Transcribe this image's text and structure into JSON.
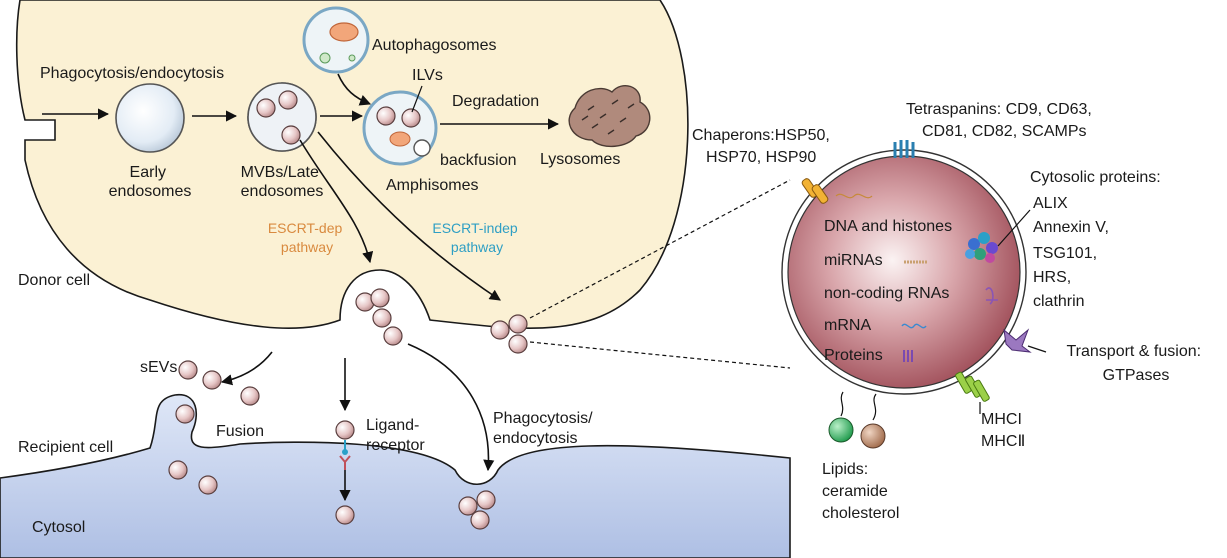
{
  "donor_cell": {
    "label": "Donor cell",
    "uptake_label": "Phagocytosis/endocytosis",
    "early_endosomes": [
      "Early",
      "endosomes"
    ],
    "mvbs": [
      "MVBs/Late",
      "endosomes"
    ],
    "autophagosomes": "Autophagosomes",
    "ilvs": "ILVs",
    "amphisomes": "Amphisomes",
    "backfusion": "backfusion",
    "degradation": "Degradation",
    "lysosomes": "Lysosomes",
    "escrt_dep": [
      "ESCRT-dep",
      "pathway"
    ],
    "escrt_indep": [
      "ESCRT-indep",
      "pathway"
    ]
  },
  "recipient": {
    "sevs": "sEVs",
    "fusion": "Fusion",
    "recipient_cell": "Recipient cell",
    "cytosol": "Cytosol",
    "ligand": [
      "Ligand-",
      "receptor"
    ],
    "phago": [
      "Phagocytosis/",
      "endocytosis"
    ]
  },
  "exosome": {
    "tetraspanins": [
      "Tetraspanins: CD9, CD63,",
      "CD81, CD82, SCAMPs"
    ],
    "chaperons": [
      "Chaperons:HSP50,",
      "HSP70, HSP90"
    ],
    "cytosolic": [
      "Cytosolic proteins:",
      "ALIX",
      "Annexin V,",
      "TSG101,",
      "HRS,",
      "clathrin"
    ],
    "cargo": [
      "DNA and histones",
      "miRNAs",
      "non-coding RNAs",
      "mRNA",
      "Proteins"
    ],
    "transport": [
      "Transport & fusion:",
      "GTPases"
    ],
    "mhc": [
      "MHCI",
      "MHCⅡ"
    ],
    "lipids": [
      "Lipids:",
      "ceramide",
      "cholesterol"
    ]
  },
  "colors": {
    "cytoplasm": "#fbf1d4",
    "recipient_cytoplasm": "#c9d6f0",
    "vesicle_fill": "#e9c9c9",
    "vesicle_stroke": "#5a3f3f",
    "exosome_core": "#a8505a",
    "escrt_dep": "#d98a3f",
    "escrt_indep": "#2f9fc4"
  }
}
